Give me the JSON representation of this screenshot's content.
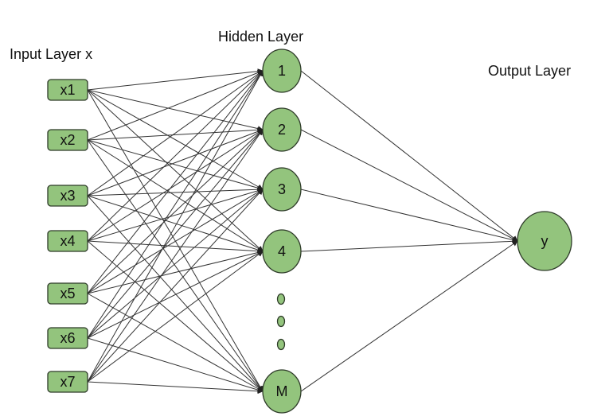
{
  "labels": {
    "input_layer": "Input Layer x",
    "hidden_layer": "Hidden Layer",
    "output_layer": "Output Layer"
  },
  "input_nodes": [
    "x1",
    "x2",
    "x3",
    "x4",
    "x5",
    "x6",
    "x7"
  ],
  "hidden_nodes": [
    "1",
    "2",
    "3",
    "4",
    "M"
  ],
  "output_node": "y",
  "connectivity": {
    "input_to_hidden": "fully connected",
    "hidden_to_output": "fully connected"
  },
  "colors": {
    "node_fill": "#93c47d",
    "node_stroke": "#2d3a28",
    "edge": "#333333",
    "text": "#111111"
  }
}
